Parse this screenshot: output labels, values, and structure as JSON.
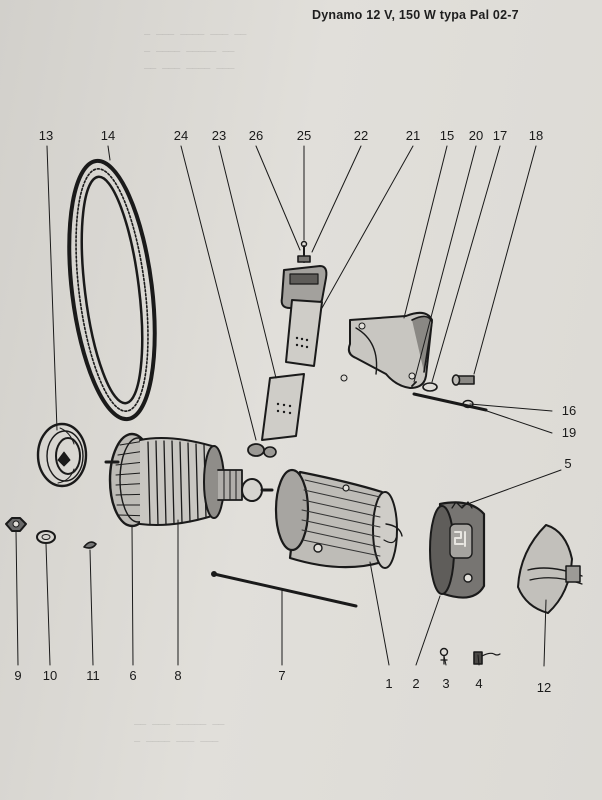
{
  "header": {
    "title": "Dynamo 12 V, 150 W typa Pal 02-7"
  },
  "labels": {
    "l1": "1",
    "l2": "2",
    "l3": "3",
    "l4": "4",
    "l5": "5",
    "l6": "6",
    "l7": "7",
    "l8": "8",
    "l9": "9",
    "l10": "10",
    "l11": "11",
    "l12": "12",
    "l13": "13",
    "l14": "14",
    "l15": "15",
    "l16": "16",
    "l17": "17",
    "l18": "18",
    "l19": "19",
    "l20": "20",
    "l21": "21",
    "l22": "22",
    "l23": "23",
    "l24": "24",
    "l25": "25",
    "l26": "26"
  },
  "colors": {
    "ink": "#1a1a1a",
    "paper": "#dcdad5"
  }
}
